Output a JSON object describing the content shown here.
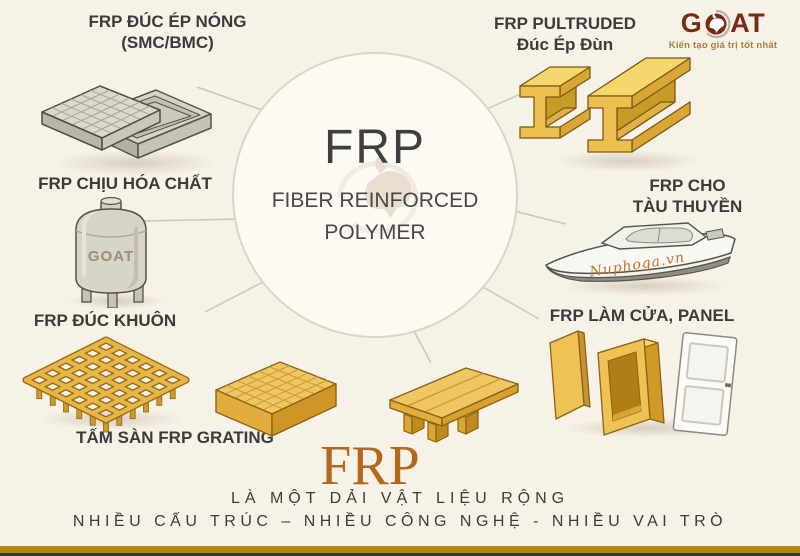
{
  "page": {
    "background": "#f7f2e8",
    "accent_gold": "#e7b64a",
    "bar_gold": "#b8860f",
    "text_color": "#3b3b3b"
  },
  "logo": {
    "prefix": "G",
    "suffix": "AT",
    "tagline": "Kiến tạo giá trị tốt nhất"
  },
  "center": {
    "title": "FRP",
    "subtitle1": "FIBER REINFORCED",
    "subtitle2": "POLYMER"
  },
  "nodes": {
    "smc": {
      "line1": "FRP ĐÚC ÉP NÓNG",
      "line2": "(SMC/BMC)"
    },
    "pultruded": {
      "line1": "FRP PULTRUDED",
      "line2": "Đúc Ép Đùn"
    },
    "chemical": {
      "label": "FRP CHỊU HÓA CHẤT",
      "tank_text": "GOAT"
    },
    "boat": {
      "line1": "FRP CHO",
      "line2": "TÀU THUYỀN",
      "watermark": "Nuphoga.vn"
    },
    "molded": {
      "label": "FRP ĐÚC KHUÔN"
    },
    "door_panel": {
      "label": "FRP LÀM CỬA, PANEL"
    },
    "grating_floor": {
      "label": "TẤM SÀN FRP GRATING"
    }
  },
  "footer": {
    "title": "FRP",
    "line1": "LÀ MỘT DẢI VẬT LIỆU RỘNG",
    "line2": "NHIỀU CẤU TRÚC – NHIỀU CÔNG NGHỆ - NHIỀU VAI TRÒ"
  }
}
